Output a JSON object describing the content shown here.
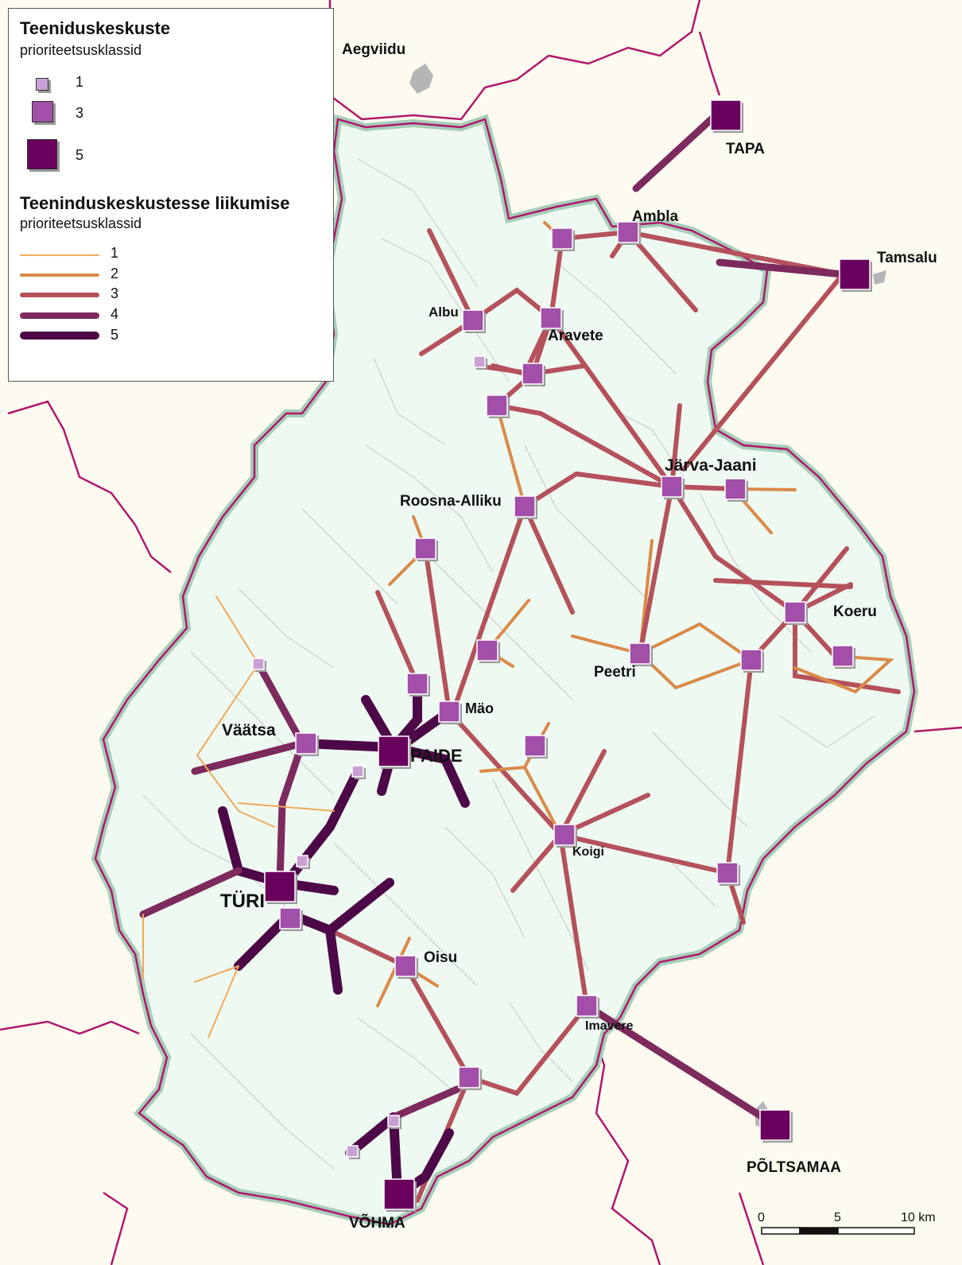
{
  "legend": {
    "centers_title": "Teeniduskeskuste",
    "centers_subtitle": "prioriteetsusklassid",
    "center_classes": [
      {
        "label": "1",
        "color": "#c9a0d3"
      },
      {
        "label": "3",
        "color": "#a24fa9"
      },
      {
        "label": "5",
        "color": "#6a005e"
      }
    ],
    "movement_title": "Teeninduskeskustesse liikumise",
    "movement_subtitle": "prioriteetsusklassid",
    "movement_classes": [
      {
        "label": "1",
        "color": "#f0a95a"
      },
      {
        "label": "2",
        "color": "#d98a49"
      },
      {
        "label": "3",
        "color": "#b4515a"
      },
      {
        "label": "4",
        "color": "#7d2a5e"
      },
      {
        "label": "5",
        "color": "#4d0848"
      }
    ]
  },
  "map": {
    "colors": {
      "outside": "#fdfaf0",
      "county_fill": "#eef9f1",
      "county_edge": "#a6cdb8",
      "border": "#b0186b",
      "municipality_lines": "#c3c9c3",
      "water": "#b3b6b5"
    },
    "places": {
      "aegviidu": "Aegviidu",
      "tapa": "TAPA",
      "ambla": "Ambla",
      "tamsalu": "Tamsalu",
      "albu": "Albu",
      "aravete": "Aravete",
      "jarva_jaani": "Järva-Jaani",
      "roosna_alliku": "Roosna-Alliku",
      "koeru": "Koeru",
      "peetri": "Peetri",
      "mao": "Mäo",
      "vaatsa": "Väätsa",
      "paide": "PAIDE",
      "koigi": "Koigi",
      "turi": "TÜRI",
      "oisu": "Oisu",
      "imavere": "Imavere",
      "poltsamaa": "PÕLTSAMAA",
      "vohma": "VÕHMA"
    }
  },
  "scale_bar": {
    "ticks": [
      "0",
      "5",
      "10 km"
    ]
  }
}
